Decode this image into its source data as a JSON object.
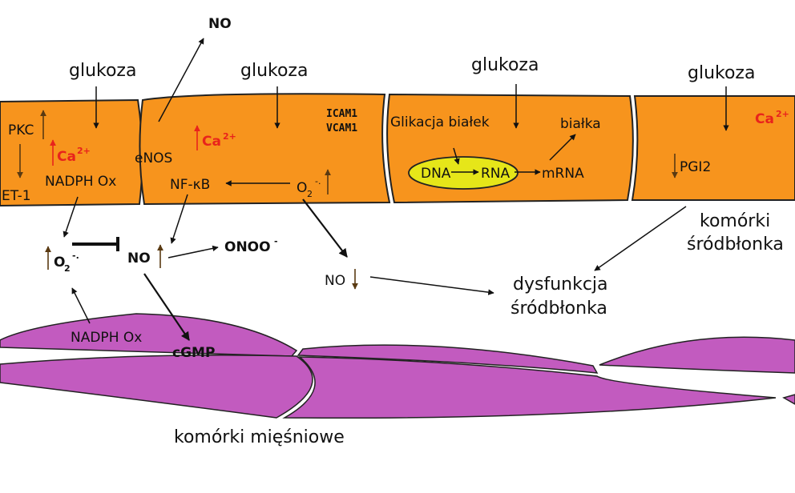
{
  "labels": {
    "no_top": "NO",
    "glukoza_1": "glukoza",
    "glukoza_2": "glukoza",
    "glukoza_3": "glukoza",
    "glukoza_4": "glukoza",
    "pkc": "PKC",
    "ca_1": "Ca",
    "ca_sup": "2+",
    "et1": "ET-1",
    "nadph_ox_cell": "NADPH Ox",
    "enos": "eNOS",
    "ca_2": "Ca",
    "nfkb": "NF-κB",
    "icam1": "ICAM1",
    "vcam1": "VCAM1",
    "o2_cell": "O",
    "o2_sub": "2",
    "o2_sup": "-.",
    "glikacja": "Glikacja białek",
    "bialka": "białka",
    "dna": "DNA",
    "rna": "RNA",
    "mrna": "mRNA",
    "ca_3": "Ca",
    "pgi2": "PGI2",
    "komorki_srodblonka_1": "komórki",
    "komorki_srodblonka_2": "śródbłonka",
    "o2_free": "O",
    "no_mid": "NO",
    "onoo": "ONOO",
    "onoo_sup": "-",
    "no_low": "NO",
    "dysfunkcja_1": "dysfunkcja",
    "dysfunkcja_2": "śródbłonka",
    "nadph_ox_muscle": "NADPH Ox",
    "cgmp": "cGMP",
    "komorki_miesniowe": "komórki mięśniowe"
  },
  "colors": {
    "endothelium": "#f7941d",
    "muscle": "#c25bbf",
    "calcium": "#e8231c",
    "nucleus": "#e6e619",
    "arrow_up_marker": "#5a3a12"
  }
}
